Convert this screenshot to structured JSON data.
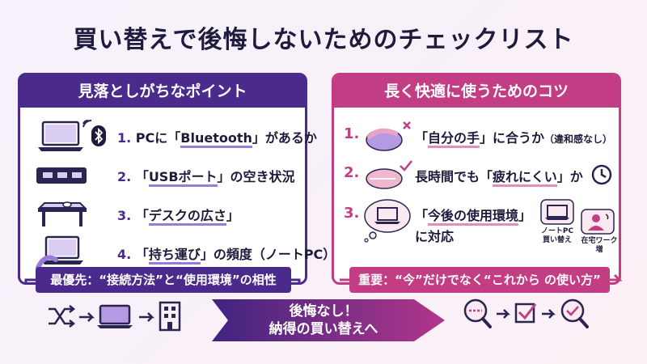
{
  "title": "買い替えで後悔しないためのチェックリスト",
  "left_panel": {
    "header": "見落としがちなポイント",
    "items": [
      {
        "num": "1.",
        "pre": "PCに「",
        "key": "Bluetooth",
        "post": "」があるか"
      },
      {
        "num": "2.",
        "pre": "「",
        "key": "USBポート",
        "post": "」の空き状況"
      },
      {
        "num": "3.",
        "pre": "「",
        "key": "デスクの広さ",
        "post": "」"
      },
      {
        "num": "4.",
        "pre": "「",
        "key": "持ち運び",
        "post": "」の頻度（ノートPC）"
      }
    ],
    "footer": "最優先：“接続方法”と“使用環境”の相性"
  },
  "right_panel": {
    "header": "長く快適に使うためのコツ",
    "items": [
      {
        "num": "1.",
        "pre": "「",
        "key": "自分の手",
        "post": "」に合うか",
        "note": "（違和感なし）"
      },
      {
        "num": "2.",
        "pre": "長時間でも「",
        "key": "疲れにくい",
        "post": "」か"
      },
      {
        "num": "3.",
        "line1_pre": "「",
        "line1_key": "今後の使用環境",
        "line1_post": "」",
        "line2": "に対応"
      }
    ],
    "labels": {
      "laptop_buy": "ノートPC\n買い替え",
      "remote_work": "在宅ワーク\n増"
    },
    "footer": "重要：“今”だけでなく“これから の使い方”"
  },
  "banner": {
    "line1": "後悔なし！",
    "line2": "納得の買い替えへ"
  },
  "colors": {
    "purple": "#4a2b8c",
    "pink": "#c23d84",
    "lavender": "#9a7bd6"
  }
}
